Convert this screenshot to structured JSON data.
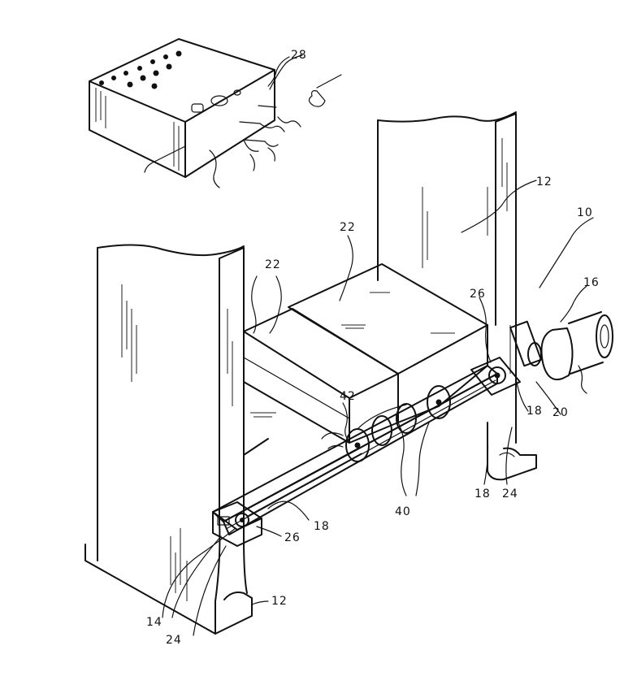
{
  "labels": {
    "l28": "28",
    "l12_top": "12",
    "l10": "10",
    "l16": "16",
    "l22_a": "22",
    "l22_b": "22",
    "l26_right": "26",
    "l42": "42",
    "l18_right": "18",
    "l20": "20",
    "l18_lower": "18",
    "l24_right": "24",
    "l40": "40",
    "l18_left": "18",
    "l26_left": "26",
    "l14": "14",
    "l12_bottom": "12",
    "l24_left": "24"
  }
}
